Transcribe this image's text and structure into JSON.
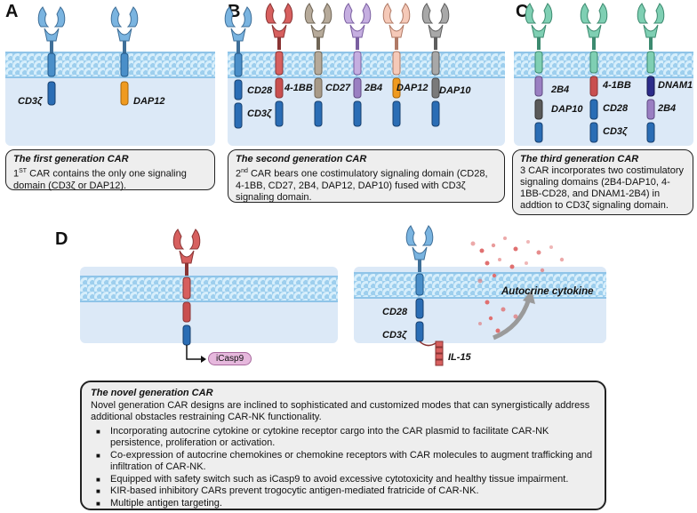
{
  "panels": {
    "a": "A",
    "b": "B",
    "c": "C",
    "d": "D"
  },
  "panel_a": {
    "labels": [
      "CD3ζ",
      "DAP12"
    ],
    "title": "The first generation CAR",
    "text_pre": "1",
    "text_sup": "ST",
    "text_post": " CAR contains the only one signaling domain (CD3ζ or DAP12)."
  },
  "panel_b": {
    "labels": [
      "CD28",
      "4-1BB",
      "CD27",
      "2B4",
      "DAP12",
      "DAP10",
      "CD3ζ"
    ],
    "title": "The second generation CAR",
    "text_pre": "2",
    "text_sup": "nd",
    "text_post": " CAR bears one costimulatory signaling domain (CD28, 4-1BB, CD27, 2B4, DAP12, DAP10) fused with CD3ζ signaling domain."
  },
  "panel_c": {
    "labels": [
      "2B4",
      "4-1BB",
      "DNAM1",
      "DAP10",
      "CD28",
      "2B4",
      "CD3ζ"
    ],
    "title": "The third generation CAR",
    "text": "3 CAR incorporates two costimulatory signaling domains (2B4-DAP10, 4-1BB-CD28, and DNAM1-2B4) in addtion to CD3ζ signaling domain."
  },
  "panel_d": {
    "icasp": "iCasp9",
    "autocrine": "Autocrine cytokine",
    "labels": [
      "CD28",
      "CD3ζ",
      "IL-15"
    ],
    "title": "The novel generation CAR",
    "intro": "Novel generation CAR designs are inclined to sophisticated and customized modes that can synergistically address additional obstacles restraining CAR-NK functionality.",
    "bullets": [
      "Incorporating autocrine cytokine or cytokine receptor cargo into the CAR plasmid to facilitate CAR-NK persistence, proliferation or activation.",
      "Co-expression of autocrine chemokines or chemokine receptors with CAR molecules to  augment trafficking and infiltration of CAR-NK.",
      "Equipped with safety switch such as iCasp9 to avoid excessive cytotoxicity and healthy tissue impairment.",
      "KIR-based inhibitory CARs prevent trogocytic antigen-mediated fratricide of CAR-NK.",
      "Multiple antigen targeting."
    ]
  },
  "colors": {
    "cell": "#dce9f7",
    "membrane": "#9ecfee",
    "cd3z": "#2a6db5",
    "dap12": "#ef9a1f",
    "cd28": "#c94f4f",
    "cd27": "#a89a88",
    "b2b4": "#9a7fc2",
    "dap10": "#7a7a7a",
    "dnam1": "#2c2c8a",
    "scfv_blue": "#7ab4e0",
    "scfv_green": "#7fcfb3",
    "scfv_red": "#d7605f",
    "cytokine": "#e07070"
  }
}
